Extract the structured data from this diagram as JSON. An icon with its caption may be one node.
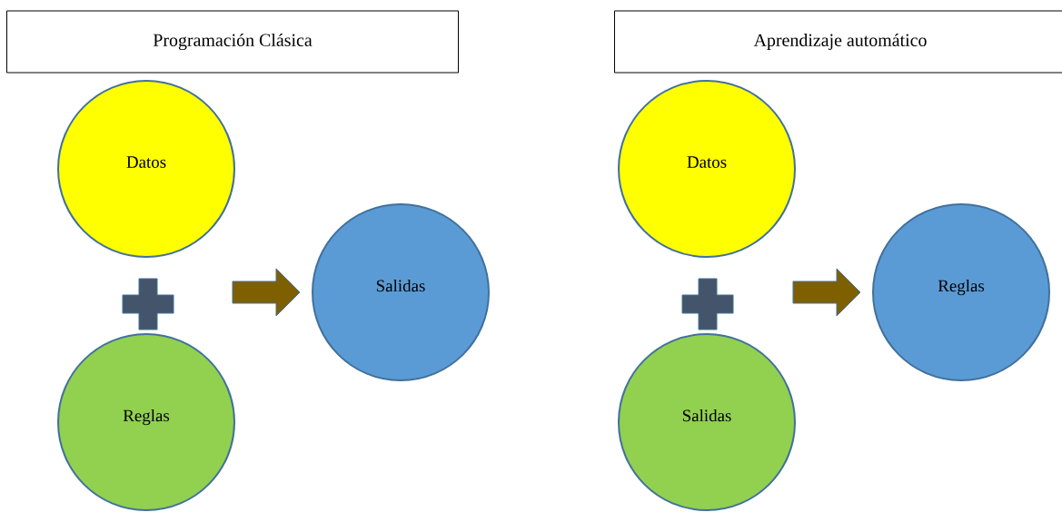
{
  "diagram": {
    "nodes": [
      {
        "text": [
          "Programación Clásica"
        ]
      },
      {
        "text": [
          "Datos"
        ]
      },
      {
        "text": [
          "Reglas"
        ]
      },
      {
        "text": [
          "Salidas"
        ]
      },
      {
        "text": [
          "Aprendizaje automático"
        ]
      },
      {
        "text": [
          "Datos"
        ]
      },
      {
        "text": [
          "Salidas"
        ]
      },
      {
        "text": [
          "Reglas"
        ]
      }
    ],
    "edges": [
      {
        "from": null,
        "to": 3,
        "arrow": "to"
      },
      {
        "from": null,
        "to": 7,
        "arrow": "to"
      }
    ]
  }
}
